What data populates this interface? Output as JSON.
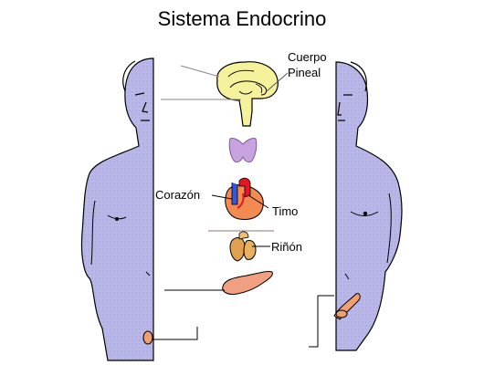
{
  "title": "Sistema Endocrino",
  "labels": {
    "pineal_line1": "Cuerpo",
    "pineal_line2": "Pineal",
    "heart": "Corazón",
    "thymus": "Timo",
    "kidney": "Riñón"
  },
  "colors": {
    "body_fill": "#b9b7e8",
    "brain": "#f6f29b",
    "thyroid": "#c9a3e0",
    "heart": "#f28a52",
    "vessel_blue": "#3356e0",
    "vessel_red": "#e01828",
    "kidney": "#e0a050",
    "pancreas": "#f0a080",
    "gonad": "#f0a070"
  }
}
